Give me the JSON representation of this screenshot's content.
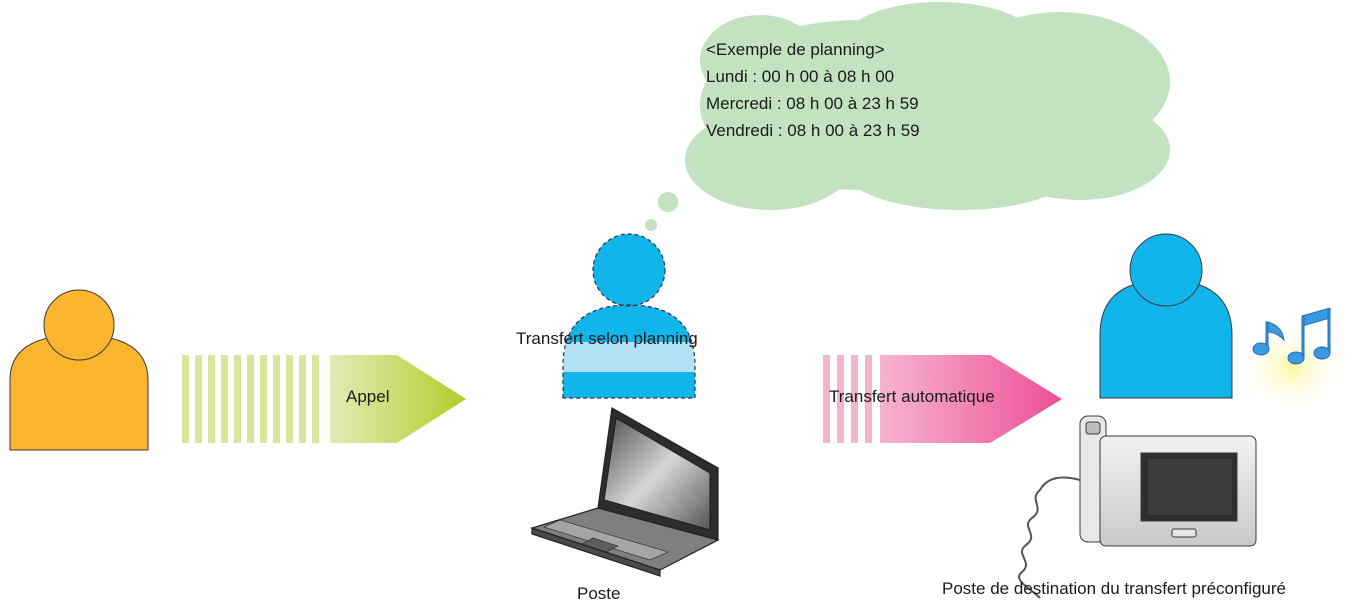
{
  "diagram": {
    "schedule": {
      "heading": "<Exemple de planning>",
      "lines": [
        "Lundi : 00 h 00 à 08 h 00",
        "Mercredi : 08 h 00 à 23 h 59",
        "Vendredi : 08 h 00 à 23 h 59"
      ]
    },
    "labels": {
      "call": "Appel",
      "schedule_transfer": "Transfert selon planning",
      "auto_transfer": "Transfert automatique",
      "station": "Poste",
      "destination_station": "Poste de destination du transfert préconfiguré"
    },
    "colors": {
      "caller": "#fbb52e",
      "user": "#12b4ec",
      "user_absent_fill": "#b3e2f7",
      "call_arrow": "#b5cc2a",
      "transfer_arrow": "#ee5a9b",
      "cloud": "#c2e2c0",
      "music_glow": "#fff28a",
      "music_notes": "#3b99e0"
    }
  }
}
